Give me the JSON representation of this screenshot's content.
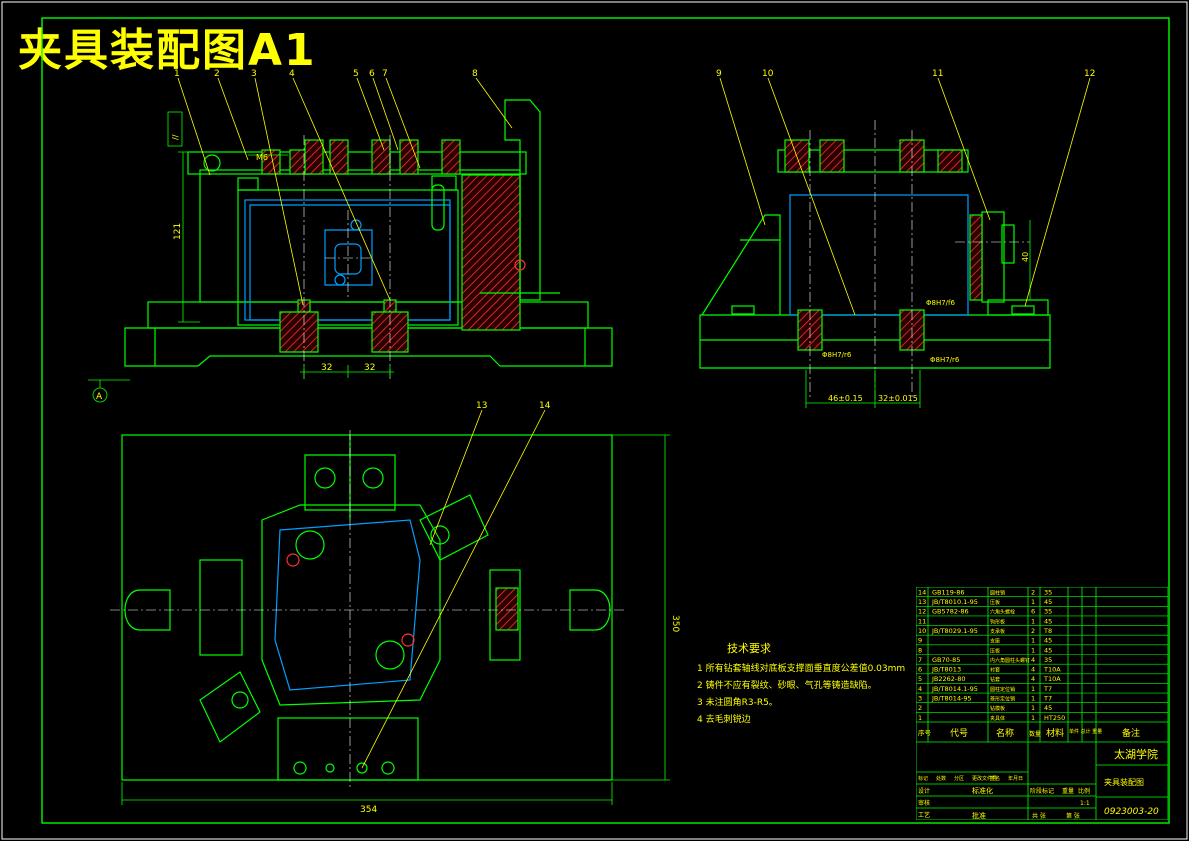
{
  "title": "夹具装配图A1",
  "balloons": [
    "1",
    "2",
    "3",
    "4",
    "5",
    "6",
    "7",
    "8",
    "9",
    "10",
    "11",
    "12",
    "13",
    "14"
  ],
  "datum_label": "A",
  "dimensions": {
    "front_height": "121",
    "front_left_32": "32",
    "front_right_32": "32",
    "m6": "M6",
    "flatness": "//",
    "side_46": "46±0.15",
    "side_32": "32±0.015",
    "side_fit_1": "Φ8H7/f6",
    "side_fit_2": "Φ8H7/r6",
    "side_fit_3": "Φ8H7/r6",
    "side_40": "40",
    "plan_width": "354",
    "plan_height": "350"
  },
  "tech_requirements": {
    "heading": "技术要求",
    "items": [
      "1 所有钻套轴线对底板支撑面垂直度公差值0.03mm",
      "2 铸件不应有裂纹、砂眼、气孔等铸造缺陷。",
      "3 未注圆角R3-R5。",
      "4 去毛刺锐边"
    ]
  },
  "bom": {
    "rows": [
      {
        "no": "14",
        "code": "GB119-86",
        "name": "圆柱销",
        "qty": "2",
        "material": "35"
      },
      {
        "no": "13",
        "code": "JB/T8010.1-95",
        "name": "压板",
        "qty": "1",
        "material": "45"
      },
      {
        "no": "12",
        "code": "GB5782-86",
        "name": "六角头螺栓",
        "qty": "6",
        "material": "35"
      },
      {
        "no": "11",
        "code": "",
        "name": "钩形板",
        "qty": "1",
        "material": "45"
      },
      {
        "no": "10",
        "code": "JB/T8029.1-95",
        "name": "支承板",
        "qty": "2",
        "material": "T8"
      },
      {
        "no": "9",
        "code": "",
        "name": "支座",
        "qty": "1",
        "material": "45"
      },
      {
        "no": "8",
        "code": "",
        "name": "压板",
        "qty": "1",
        "material": "45"
      },
      {
        "no": "7",
        "code": "GB70-85",
        "name": "内六角圆柱头螺钉",
        "qty": "4",
        "material": "35"
      },
      {
        "no": "6",
        "code": "JB/T8013",
        "name": "衬套",
        "qty": "4",
        "material": "T10A"
      },
      {
        "no": "5",
        "code": "JB2262-80",
        "name": "钻套",
        "qty": "4",
        "material": "T10A"
      },
      {
        "no": "4",
        "code": "JB/T8014.1-95",
        "name": "圆柱定位销",
        "qty": "1",
        "material": "T7"
      },
      {
        "no": "3",
        "code": "JB/T8014-95",
        "name": "菱形定位销",
        "qty": "1",
        "material": "T7"
      },
      {
        "no": "2",
        "code": "",
        "name": "钻模板",
        "qty": "1",
        "material": "45"
      },
      {
        "no": "1",
        "code": "",
        "name": "夹具体",
        "qty": "1",
        "material": "HT250"
      }
    ],
    "headers": {
      "no": "序号",
      "code": "代号",
      "name": "名称",
      "qty": "数量",
      "material": "材料",
      "weight": "单件 总计 重量",
      "remark": "备注"
    },
    "school": "太湖学院",
    "drawing_name": "夹具装配图",
    "drawing_no": "0923003-20",
    "rev_row": [
      "标记",
      "处数",
      "分区",
      "更改文件号",
      "签名",
      "年月日"
    ],
    "sign_rows": [
      "设计",
      "审核",
      "工艺"
    ],
    "std_label": "标准化",
    "approve_label": "批准",
    "stage_label": "阶段标记",
    "weight_label": "重量",
    "scale_label": "比例",
    "scale_value": "1:1",
    "sheets_label": "共 张",
    "sheet_label": "第 张"
  },
  "colors": {
    "background": "#000000",
    "outline": "#00ff00",
    "hidden": "#00a0ff",
    "leader": "#ffff00",
    "section": "#ff3030",
    "centerline": "#ffffff"
  }
}
